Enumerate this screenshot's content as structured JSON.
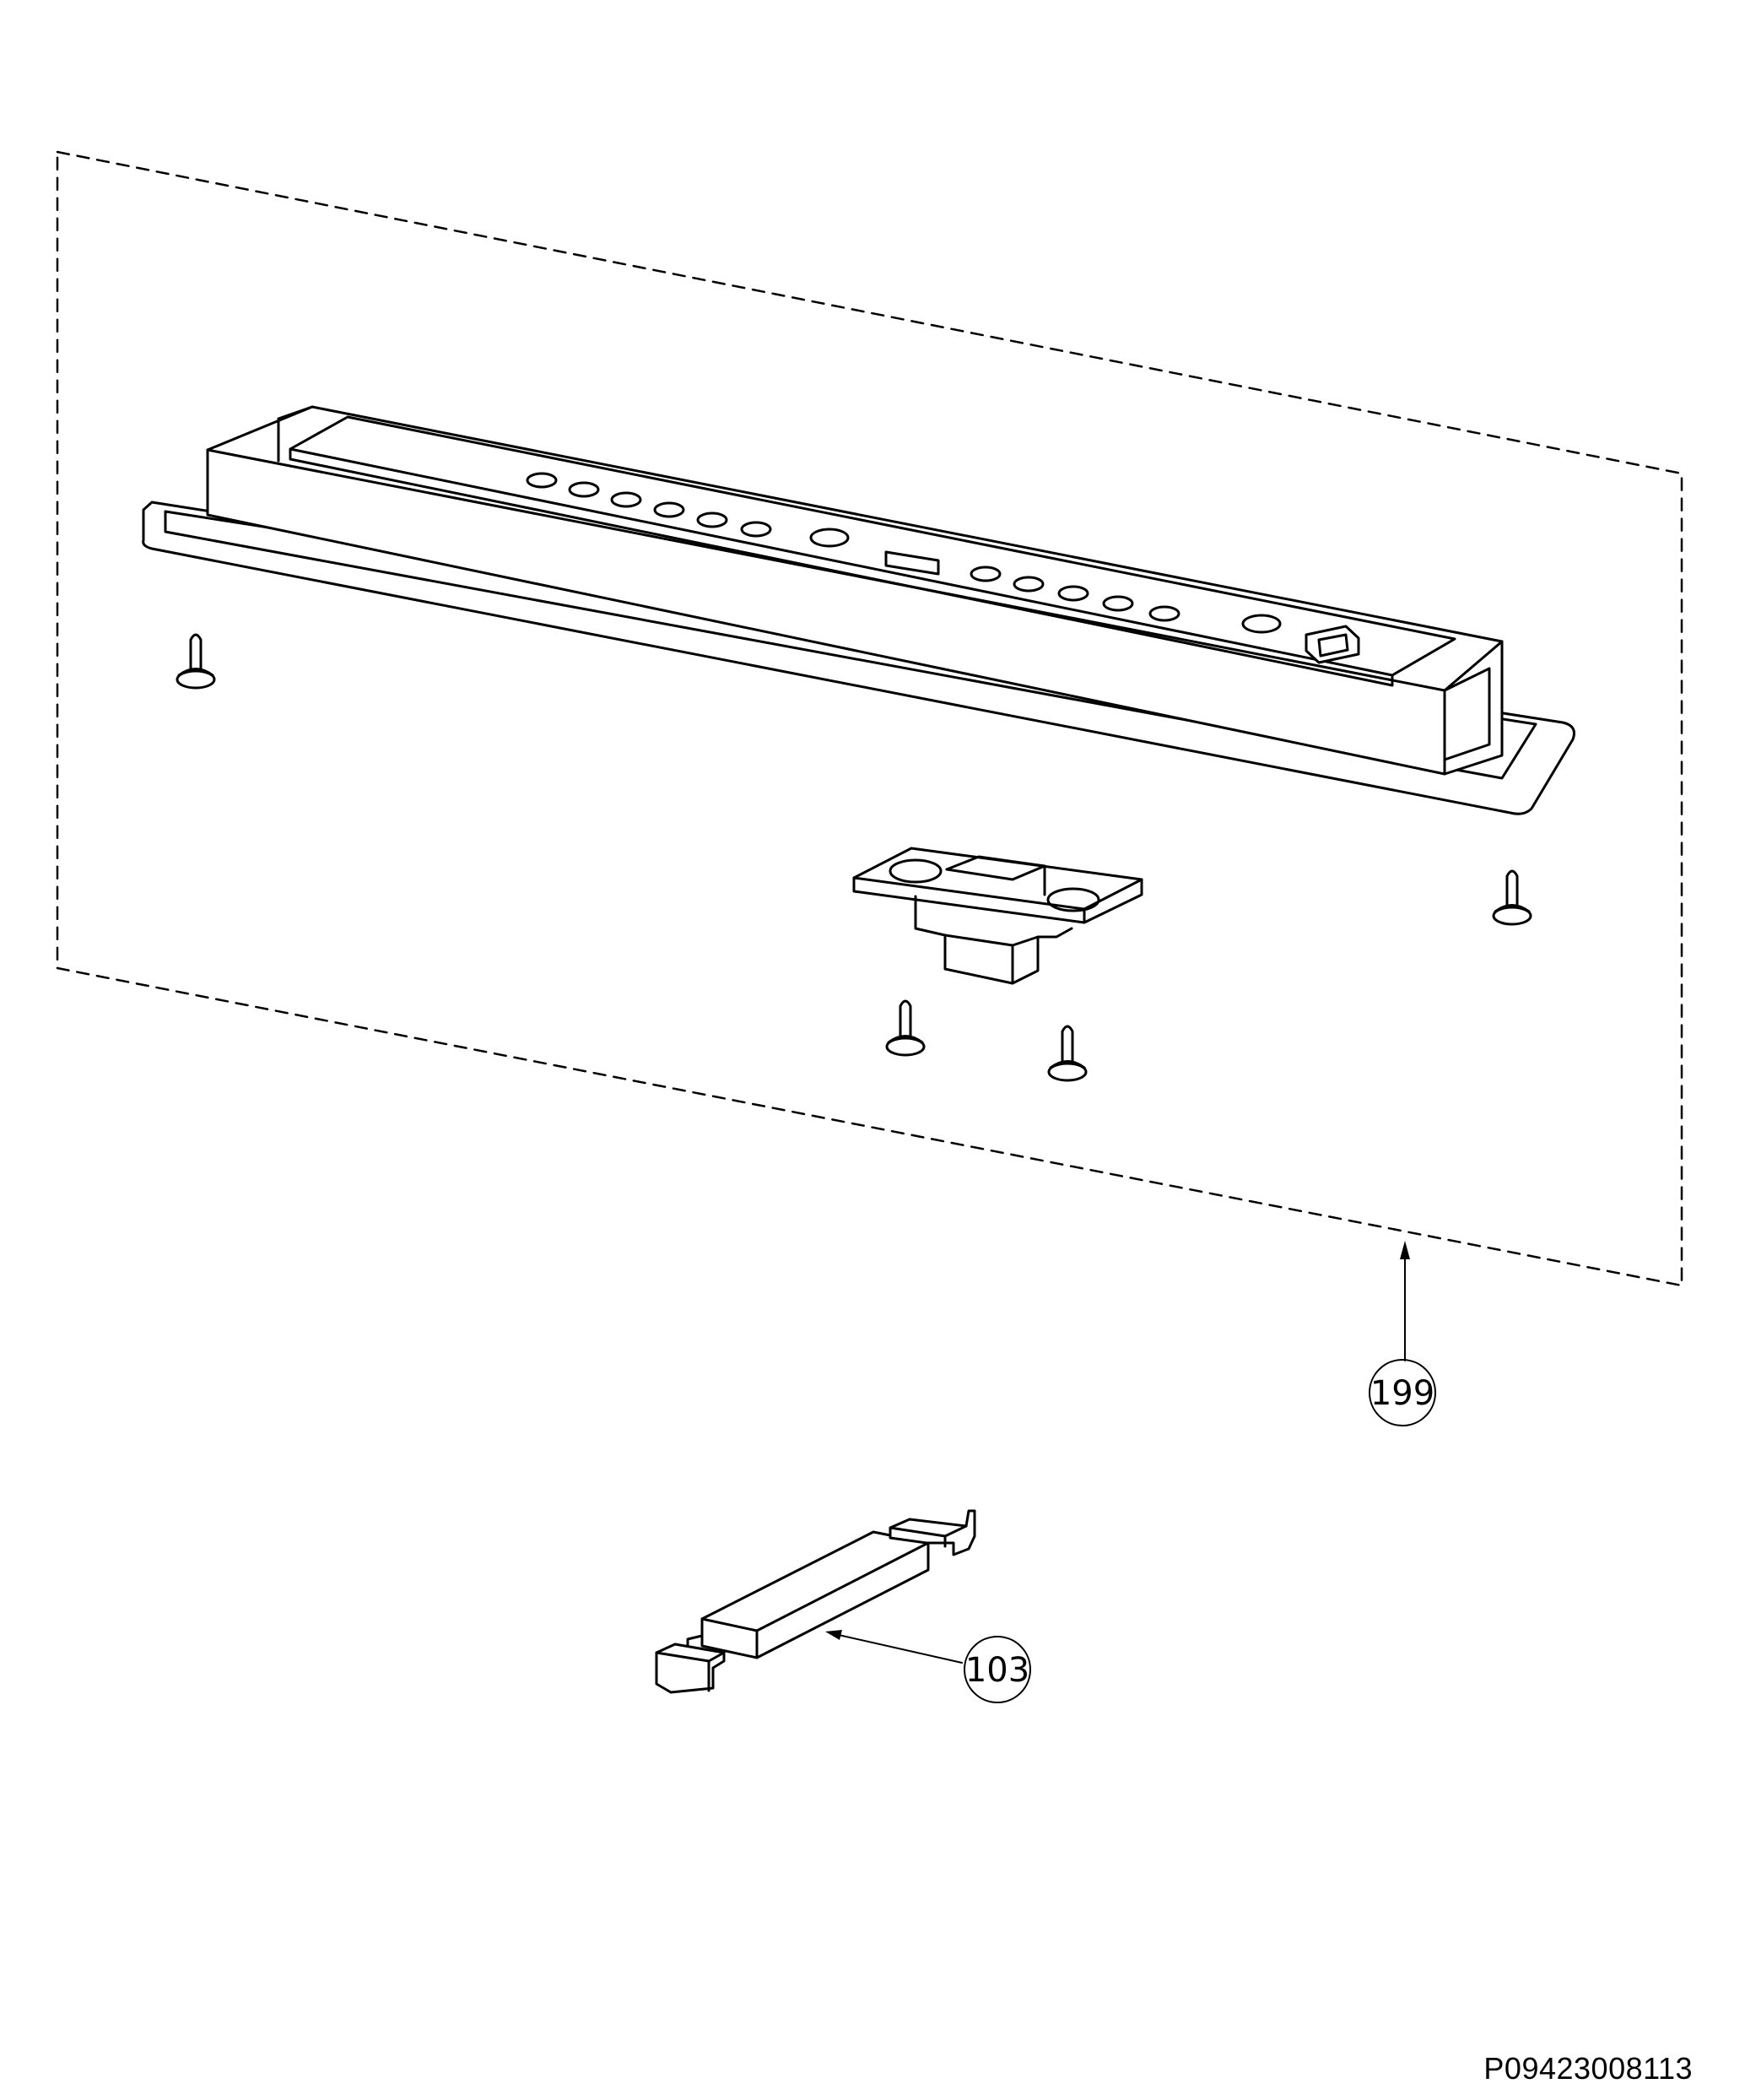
{
  "callouts": {
    "assembly": "199",
    "connector": "103"
  },
  "reference_code": "P09423008113",
  "colors": {
    "line": "#000000",
    "background": "#ffffff"
  }
}
